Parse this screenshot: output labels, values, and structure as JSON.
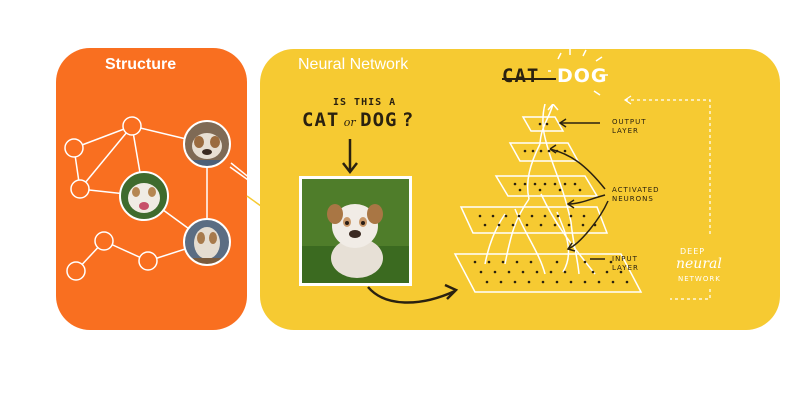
{
  "panels": {
    "structure": {
      "title": "Structure"
    },
    "neural_network": {
      "title": "Neural Network"
    }
  },
  "question": {
    "line1": "IS THIS A",
    "cat": "CAT",
    "or": "or",
    "dog": "DOG",
    "mark": "?"
  },
  "answer": {
    "cat": "CAT",
    "dog": "DOG"
  },
  "labels": {
    "output_layer": [
      "OUTPUT",
      "LAYER"
    ],
    "activated_neurons": [
      "ACTIVATED",
      "NEURONS"
    ],
    "input_layer": [
      "INPUT",
      "LAYER"
    ]
  },
  "deep_neural_network": {
    "deep": "DEEP",
    "neural": "neural",
    "network": "NETWORK"
  },
  "colors": {
    "orange_panel": "#f96f20",
    "yellow_panel": "#f6ca32",
    "ink": "#2a2110",
    "white": "#ffffff"
  },
  "icons": [
    "bulldog-photo",
    "bulldog-puppy-photo",
    "down-arrow",
    "curved-arrow",
    "pyramid-layers"
  ]
}
